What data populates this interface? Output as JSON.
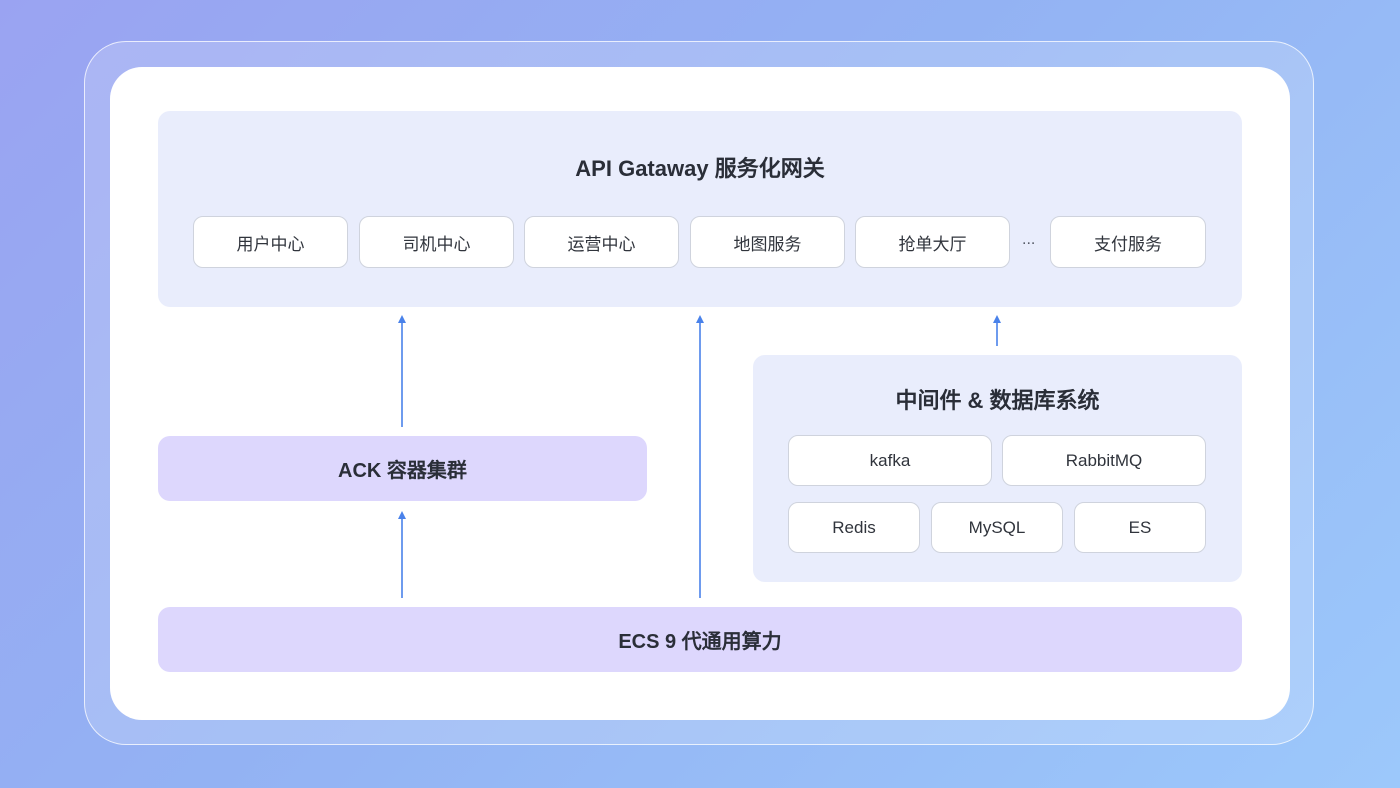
{
  "colors": {
    "arrow": "#4a82ea",
    "gateway_panel": "#e9edfc",
    "infra_panel": "#ddd7fd",
    "title_text": "#2a2e38"
  },
  "gateway": {
    "title": "API Gataway 服务化网关",
    "services": [
      "用户中心",
      "司机中心",
      "运营中心",
      "地图服务",
      "抢单大厅"
    ],
    "ellipsis": "...",
    "last_service": "支付服务"
  },
  "ack": {
    "label": "ACK 容器集群"
  },
  "middleware": {
    "title": "中间件 & 数据库系统",
    "row1": [
      "kafka",
      "RabbitMQ"
    ],
    "row2": [
      "Redis",
      "MySQL",
      "ES"
    ]
  },
  "ecs": {
    "label": "ECS 9 代通用算力"
  }
}
